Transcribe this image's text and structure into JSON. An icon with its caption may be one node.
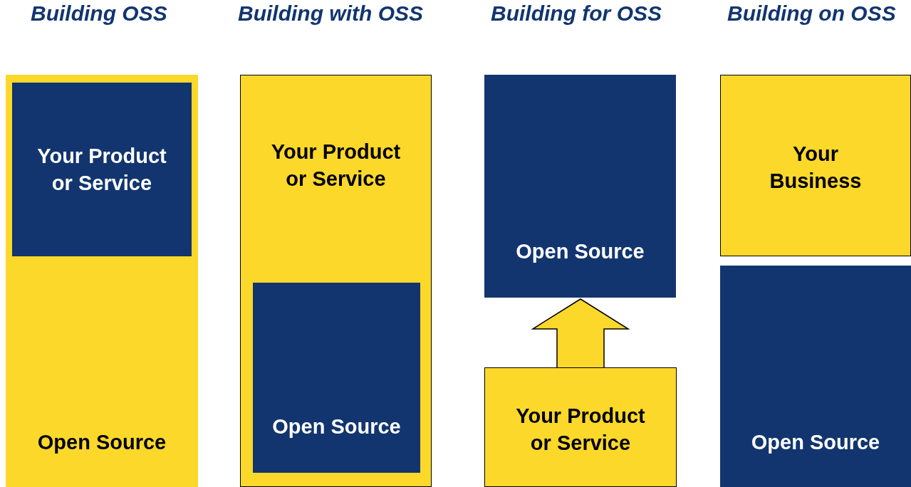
{
  "diagram": {
    "nodes": [
      {
        "text": [
          "Open Source"
        ]
      },
      {
        "text": [
          "Your Product or Service"
        ],
        "in": 0
      },
      {
        "text": [
          "Your Product or Service"
        ]
      },
      {
        "text": [
          "Open Source"
        ],
        "in": 2
      },
      {
        "text": [
          "Open Source"
        ]
      },
      {
        "text": [
          "Your Product or Service"
        ]
      },
      {
        "text": [
          "Your Business"
        ]
      },
      {
        "text": [
          "Open Source"
        ]
      }
    ],
    "edges": [
      {
        "from": 5,
        "to": 4,
        "arrow": "to"
      }
    ],
    "labels": [
      "Building OSS",
      "Building with OSS",
      "Building for OSS",
      "Building on OSS"
    ]
  }
}
